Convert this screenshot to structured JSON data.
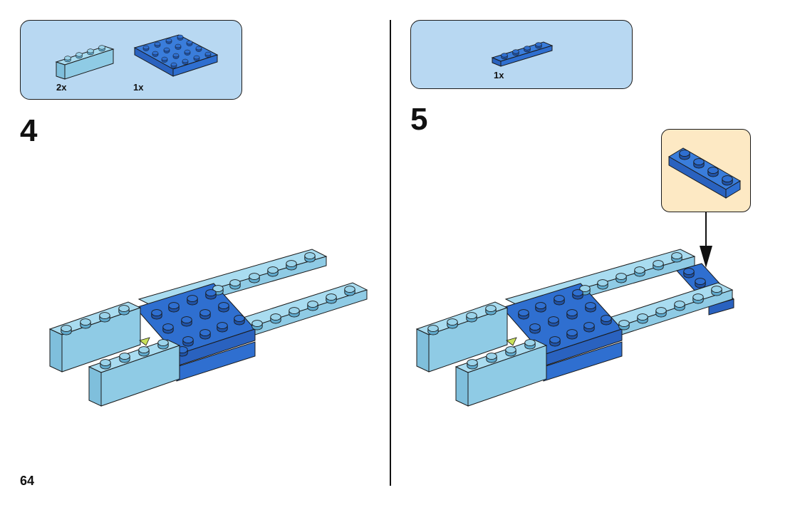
{
  "page_number": "64",
  "steps": [
    {
      "number": "4",
      "parts": [
        {
          "name": "light-blue-brick-1x4",
          "qty": "2x",
          "color": "#8fcbe5"
        },
        {
          "name": "blue-plate-4x4",
          "qty": "1x",
          "color": "#2f6fd0"
        }
      ]
    },
    {
      "number": "5",
      "parts": [
        {
          "name": "blue-plate-1x4",
          "qty": "1x",
          "color": "#2f6fd0"
        }
      ]
    }
  ],
  "colors": {
    "light_blue": "#8fcbe5",
    "blue": "#2f6fd0",
    "parts_box": "#b8d8f2",
    "callout": "#fde9c4",
    "outline": "#1a1a1a"
  }
}
